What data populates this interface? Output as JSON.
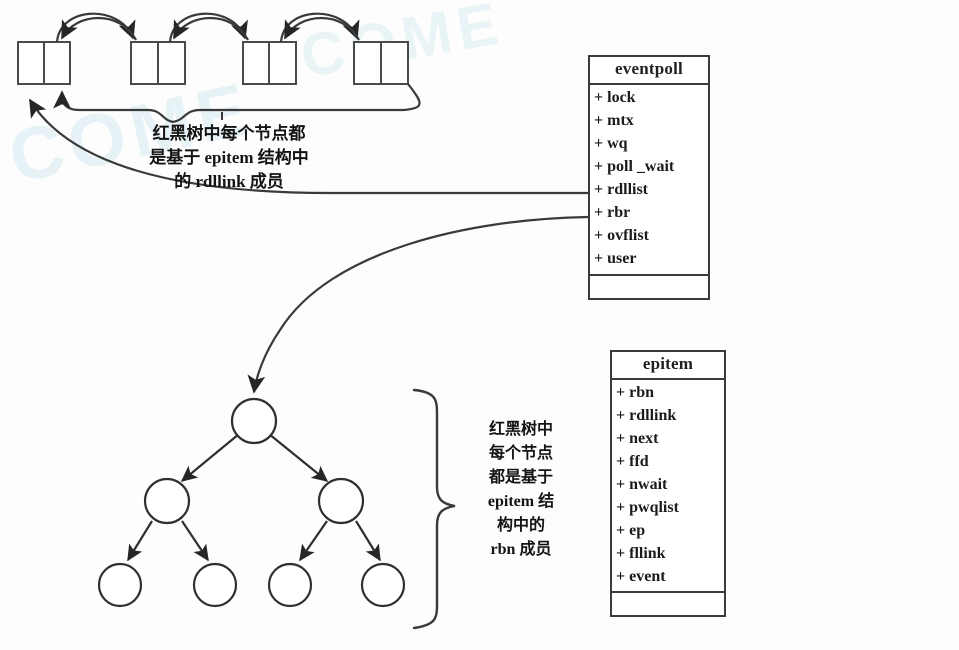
{
  "figure": {
    "title": "epoll eventpoll / epitem structure diagram",
    "background_color": "#fdfdfd",
    "line_color": "#3a3a3a",
    "text_color": "#141414",
    "watermark_color": "#96cde1"
  },
  "classes": [
    {
      "name": "eventpoll",
      "title": "eventpoll",
      "members": [
        "+ lock",
        "+ mtx",
        "+ wq",
        "+ poll _wait",
        "+ rdllist",
        "+ rbr",
        "+ ovflist",
        "+ user"
      ]
    },
    {
      "name": "epitem",
      "title": "epitem",
      "members": [
        "+ rbn",
        "+ rdllink",
        "+ next",
        "+ ffd",
        "+ nwait",
        "+ pwqlist",
        "+ ep",
        "+ fllink",
        "+ event"
      ]
    }
  ],
  "annotations": [
    {
      "name": "rdllink-note",
      "text": "红黑树中每个节点都\n是基于 epitem 结构中\n的 rdllink 成员",
      "points_to": "doubly-linked-list"
    },
    {
      "name": "rbn-note",
      "text": "红黑树中\n每个节点\n都是基于\nepitem 结\n构中的\nrbn 成员",
      "points_to": "red-black-tree"
    }
  ],
  "linked_list": {
    "name": "doubly-linked-list",
    "node_count": 4,
    "cells_per_node": 2,
    "description": "circular doubly linked list of rdllink members"
  },
  "tree": {
    "name": "red-black-tree",
    "levels": 3,
    "node_count": 7,
    "root": {
      "level": 0,
      "children": [
        {
          "level": 1,
          "children": [
            {
              "level": 2
            },
            {
              "level": 2
            }
          ]
        },
        {
          "level": 1,
          "children": [
            {
              "level": 2
            },
            {
              "level": 2
            }
          ]
        }
      ]
    }
  },
  "connectors": [
    {
      "name": "rdllist-to-list",
      "from": "eventpoll.rdllist",
      "to": "doubly-linked-list"
    },
    {
      "name": "rbr-to-tree",
      "from": "eventpoll.rbr",
      "to": "red-black-tree.root"
    }
  ],
  "watermark": {
    "text": "COME"
  }
}
